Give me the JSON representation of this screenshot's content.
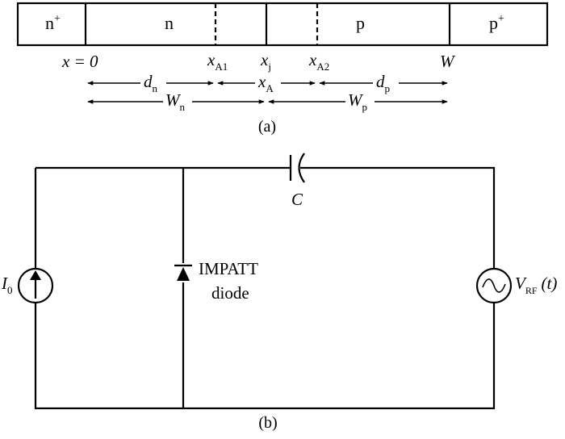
{
  "structure": {
    "regions": [
      {
        "base": "n",
        "sup": "+"
      },
      {
        "base": "n",
        "sup": ""
      },
      {
        "base": "p",
        "sup": ""
      },
      {
        "base": "p",
        "sup": "+"
      }
    ],
    "positions": {
      "x0": "x = 0",
      "xA1": {
        "base": "x",
        "sub": "A1"
      },
      "xj": {
        "base": "x",
        "sub": "j"
      },
      "xA2": {
        "base": "x",
        "sub": "A2"
      },
      "W": "W"
    },
    "dimensions": {
      "dn": {
        "base": "d",
        "sub": "n"
      },
      "xA": {
        "base": "x",
        "sub": "A"
      },
      "dp": {
        "base": "d",
        "sub": "p"
      },
      "Wn": {
        "base": "W",
        "sub": "n"
      },
      "Wp": {
        "base": "W",
        "sub": "p"
      }
    },
    "caption": "(a)"
  },
  "circuit": {
    "capacitor_label": "C",
    "current_source": {
      "base": "I",
      "sub": "0"
    },
    "diode_label_line1": "IMPATT",
    "diode_label_line2": "diode",
    "voltage_source": {
      "base": "V",
      "sub": "RF",
      "suffix": "(t)"
    },
    "caption": "(b)"
  }
}
